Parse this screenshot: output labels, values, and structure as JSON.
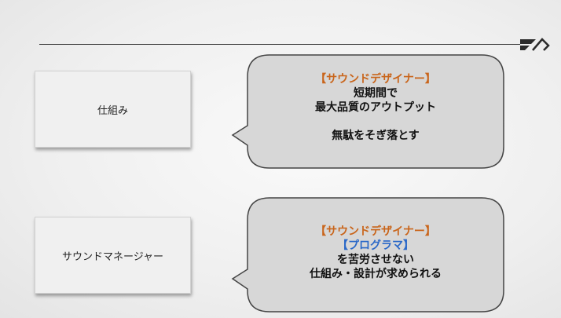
{
  "colors": {
    "accent_orange": "#c9651b",
    "accent_blue": "#2a68c8",
    "bubble_fill": "#d7d7d7",
    "bubble_stroke": "#444444"
  },
  "logo": {
    "icon": "brand-logo-icon"
  },
  "rows": [
    {
      "box_label": "仕組み",
      "bubble": {
        "heading": "【サウンドデザイナー】",
        "line1": "短期間で",
        "line2": "最大品質のアウトプット",
        "line3": "無駄をそぎ落とす"
      }
    },
    {
      "box_label": "サウンドマネージャー",
      "bubble": {
        "heading": "【サウンドデザイナー】",
        "subheading": "【プログラマ】",
        "line1": "を苦労させない",
        "line2": "仕組み・設計が求められる"
      }
    }
  ]
}
